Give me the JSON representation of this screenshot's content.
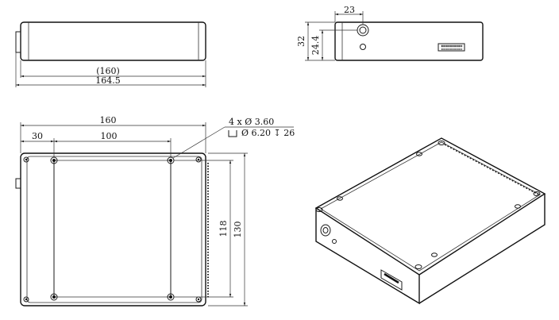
{
  "side_view": {
    "dim_inner": "(160)",
    "dim_overall": "164.5"
  },
  "end_view": {
    "dim_width": "23",
    "dim_height": "32",
    "dim_center": "24.4"
  },
  "top_view": {
    "dim_length": "160",
    "dim_offset": "30",
    "dim_hole_span": "100",
    "dim_hole_height": "118",
    "dim_height": "130",
    "hole_callout_line1": "4 x Ø 3.60",
    "hole_callout_line2": "Ø 6.20 ↧ 26"
  },
  "isometric_view": {}
}
